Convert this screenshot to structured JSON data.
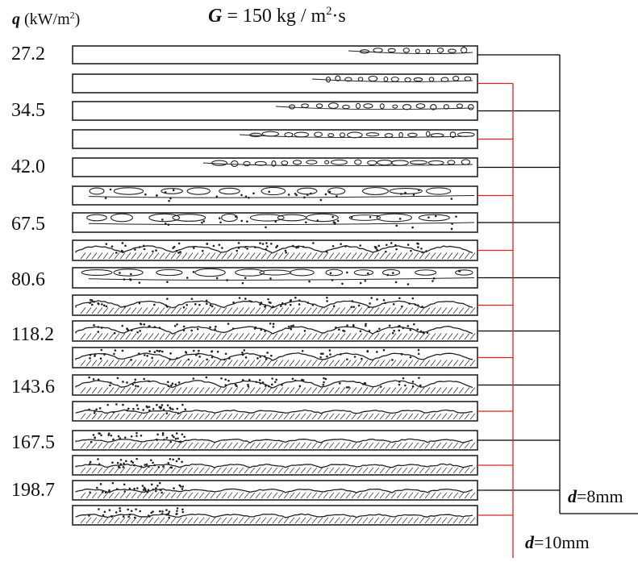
{
  "header": {
    "q_symbol": "q",
    "q_unit_pre": " (kW/m",
    "q_unit_sup": "2",
    "q_unit_post": ")",
    "g_symbol": "G",
    "g_value": " = 150 kg / m",
    "g_sup": "2",
    "g_post": "·s"
  },
  "heat_flux_labels": [
    "27.2",
    "34.5",
    "42.0",
    "67.5",
    "80.6",
    "118.2",
    "143.6",
    "167.5",
    "198.7"
  ],
  "diameter_labels": {
    "d8": {
      "symbol": "d",
      "text": "=8mm"
    },
    "d10": {
      "symbol": "d",
      "text": "=10mm"
    }
  },
  "colors": {
    "d8_bracket": "#000000",
    "d10_bracket": "#e02020",
    "sketch": "#222222"
  },
  "patterns": [
    {
      "tube": "d8",
      "q": "27.2",
      "regime": "bubbly"
    },
    {
      "tube": "d10",
      "q": "27.2",
      "regime": "bubbly"
    },
    {
      "tube": "d8",
      "q": "34.5",
      "regime": "bubbly"
    },
    {
      "tube": "d10",
      "q": "34.5",
      "regime": "bubbly"
    },
    {
      "tube": "d8",
      "q": "42.0",
      "regime": "bubbly"
    },
    {
      "tube": "d10",
      "q": "42.0",
      "regime": "slug"
    },
    {
      "tube": "d8",
      "q": "67.5",
      "regime": "slug"
    },
    {
      "tube": "d10",
      "q": "67.5",
      "regime": "wavy"
    },
    {
      "tube": "d8",
      "q": "80.6",
      "regime": "slug"
    },
    {
      "tube": "d10",
      "q": "80.6",
      "regime": "wavy"
    },
    {
      "tube": "d8",
      "q": "118.2",
      "regime": "wavy"
    },
    {
      "tube": "d10",
      "q": "118.2",
      "regime": "wavy"
    },
    {
      "tube": "d8",
      "q": "143.6",
      "regime": "wavy"
    },
    {
      "tube": "d10",
      "q": "143.6",
      "regime": "stratified"
    },
    {
      "tube": "d8",
      "q": "167.5",
      "regime": "stratified"
    },
    {
      "tube": "d10",
      "q": "167.5",
      "regime": "stratified"
    },
    {
      "tube": "d8",
      "q": "198.7",
      "regime": "stratified"
    },
    {
      "tube": "d10",
      "q": "198.7",
      "regime": "stratified"
    }
  ]
}
